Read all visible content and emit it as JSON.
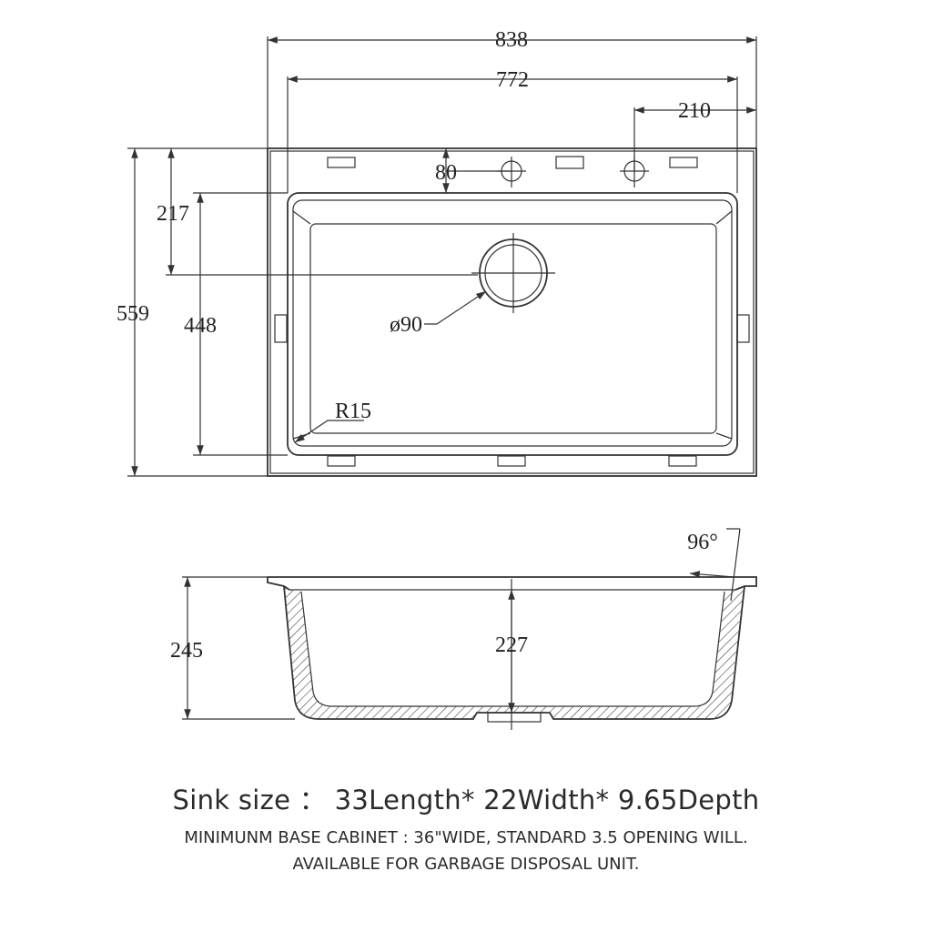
{
  "top_view": {
    "overall_length": "838",
    "bowl_length": "772",
    "tap_offset": "210",
    "tap_ledge": "80",
    "drain_offset": "217",
    "overall_width": "559",
    "bowl_width": "448",
    "drain_diameter": "ø90",
    "corner_radius": "R15"
  },
  "side_view": {
    "overall_depth": "245",
    "bowl_depth": "227",
    "wall_angle": "96°"
  },
  "caption": {
    "sink_size": "Sink size ：  33Length* 22Width* 9.65Depth",
    "note_line1": "MINIMUNM BASE CABINET : 36\"WIDE,   STANDARD 3.5 OPENING WILL.",
    "note_line2": "AVAILABLE FOR GARBAGE DISPOSAL UNIT."
  }
}
